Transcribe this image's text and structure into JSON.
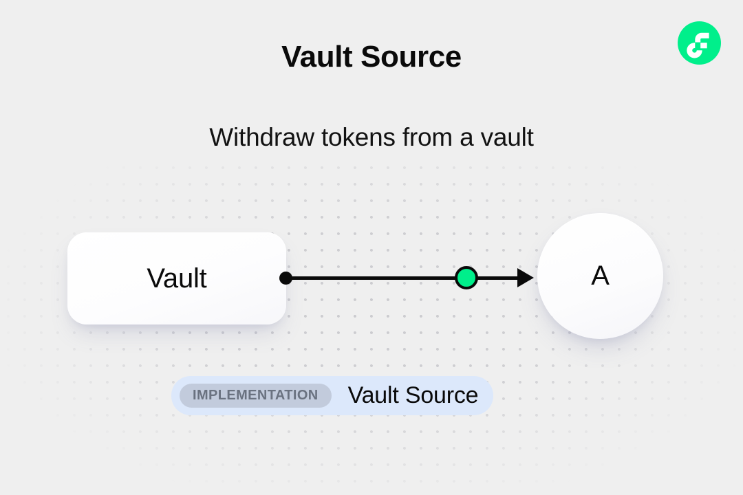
{
  "header": {
    "title": "Vault Source",
    "subtitle": "Withdraw tokens from a vault"
  },
  "brand": {
    "logo_icon": "flow-logo-icon",
    "logo_bg_color": "#00EF8B",
    "logo_mark_color": "#FFFFFF"
  },
  "diagram": {
    "source_node": {
      "label": "Vault",
      "shape": "rounded-rect"
    },
    "target_node": {
      "label": "A",
      "shape": "circle"
    },
    "edge": {
      "source_dot_color": "#0A0A0A",
      "midpoint_dot_color": "#00EF8B",
      "line_color": "#0A0A0A",
      "arrow_direction": "right"
    }
  },
  "implementation": {
    "chip_label": "IMPLEMENTATION",
    "name": "Vault Source",
    "pill_bg_color": "#DCE8FB",
    "chip_bg_color": "#C2CBDC",
    "chip_text_color": "#6A7280"
  },
  "canvas": {
    "background_color": "#EFEFEF",
    "dot_color": "#C9C9CD"
  }
}
